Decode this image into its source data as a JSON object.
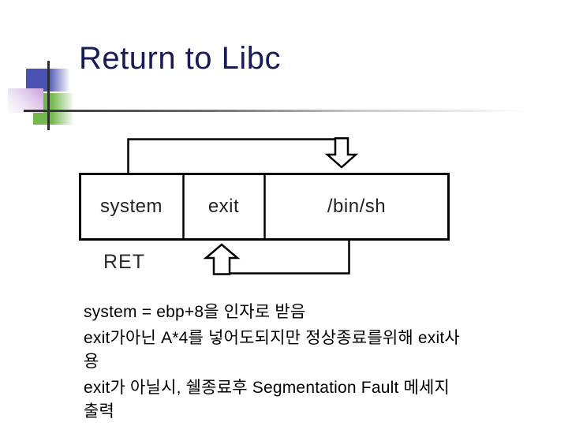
{
  "slide": {
    "title": "Return to Libc"
  },
  "diagram": {
    "boxes": [
      {
        "label": "system"
      },
      {
        "label": "exit"
      },
      {
        "label": "/bin/sh"
      }
    ],
    "ret_label": "RET",
    "arrow_icons": [
      "down-block-arrow",
      "up-block-arrow"
    ]
  },
  "body": {
    "paragraphs": [
      {
        "line1": "system = ebp+8을 인자로 받음"
      },
      {
        "line1": "exit가아닌 A*4를 넣어도되지만 정상종료를위해 exit사",
        "line2": "용"
      },
      {
        "line1": "exit가 아닐시, 쉘종료후 Segmentation Fault 메세지",
        "line2": "출력"
      }
    ]
  },
  "colors": {
    "title_text": "#191B57",
    "body_text": "#000000",
    "diagram_stroke": "#000000",
    "diagram_text": "#222222",
    "accent_blue": "#4A52B4",
    "accent_green": "#72B84C",
    "accent_pink": "#CBA2DC",
    "rule_dark": "#2E2E2E"
  }
}
